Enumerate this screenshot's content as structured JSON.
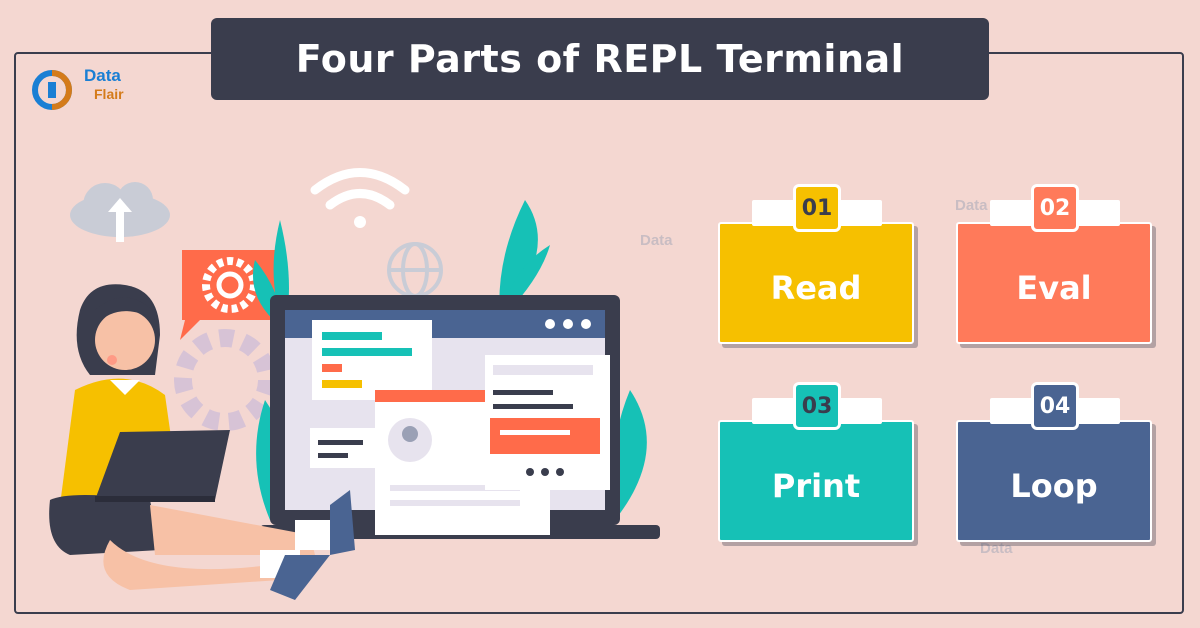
{
  "title": "Four Parts of REPL Terminal",
  "logo": {
    "line1": "Data",
    "line2": "Flair"
  },
  "parts": [
    {
      "number": "01",
      "label": "Read",
      "color": "#f6c000",
      "badge_color": "#f6c000"
    },
    {
      "number": "02",
      "label": "Eval",
      "color": "#ff7a5a",
      "badge_color": "#ff7a5a"
    },
    {
      "number": "03",
      "label": "Print",
      "color": "#16c1b6",
      "badge_color": "#16c1b6"
    },
    {
      "number": "04",
      "label": "Loop",
      "color": "#4a6492",
      "badge_color": "#4a6492"
    }
  ],
  "colors": {
    "background": "#f4d7d1",
    "dark": "#3a3d4d"
  }
}
